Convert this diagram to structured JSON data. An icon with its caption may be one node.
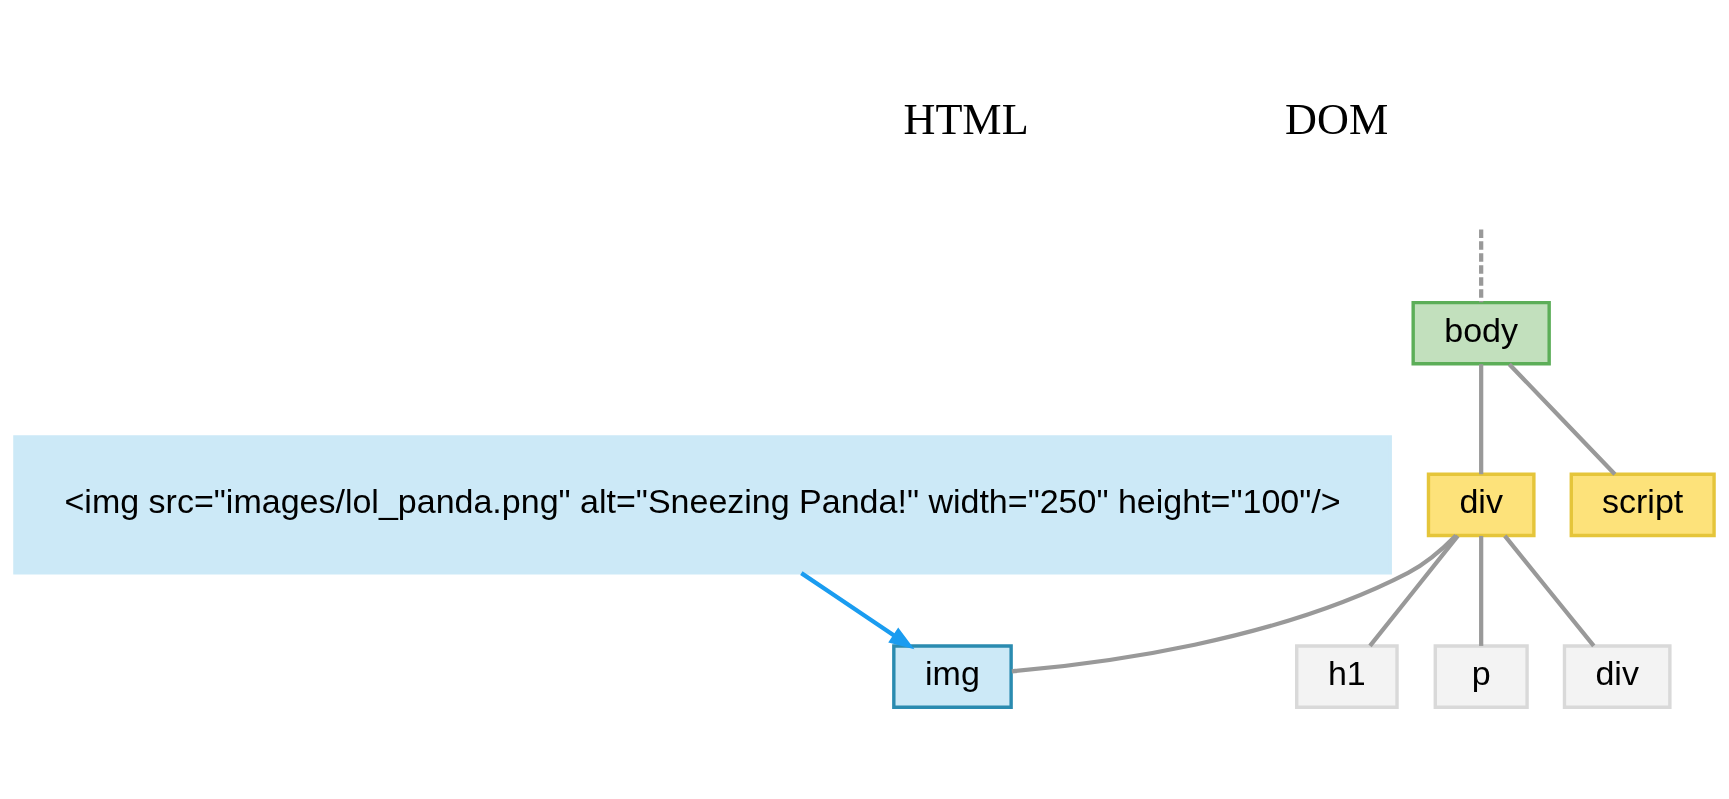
{
  "diagram": {
    "nodes": [
      {
        "text": [
          "<img src=\"images/lol_panda.png\" alt=\"Sneezing Panda!\" width=\"250\" height=\"100\"/>"
        ]
      },
      {
        "text": [
          "body"
        ]
      },
      {
        "text": [
          "div"
        ]
      },
      {
        "text": [
          "script"
        ]
      },
      {
        "text": [
          "img"
        ]
      },
      {
        "text": [
          "h1"
        ]
      },
      {
        "text": [
          "p"
        ]
      },
      {
        "text": [
          "div"
        ]
      }
    ],
    "edges": [
      {
        "from": null,
        "to": 1,
        "arrow": "none",
        "style": "dashed"
      },
      {
        "from": 1,
        "to": 2,
        "arrow": "none"
      },
      {
        "from": 1,
        "to": 3,
        "arrow": "none"
      },
      {
        "from": 2,
        "to": 4,
        "arrow": "none"
      },
      {
        "from": 2,
        "to": 5,
        "arrow": "none"
      },
      {
        "from": 2,
        "to": 6,
        "arrow": "none"
      },
      {
        "from": 2,
        "to": 7,
        "arrow": "none"
      },
      {
        "from": 0,
        "to": 4,
        "arrow": "to",
        "color": "#1a9cf0"
      }
    ],
    "labels": [
      "HTML",
      "DOM"
    ]
  }
}
